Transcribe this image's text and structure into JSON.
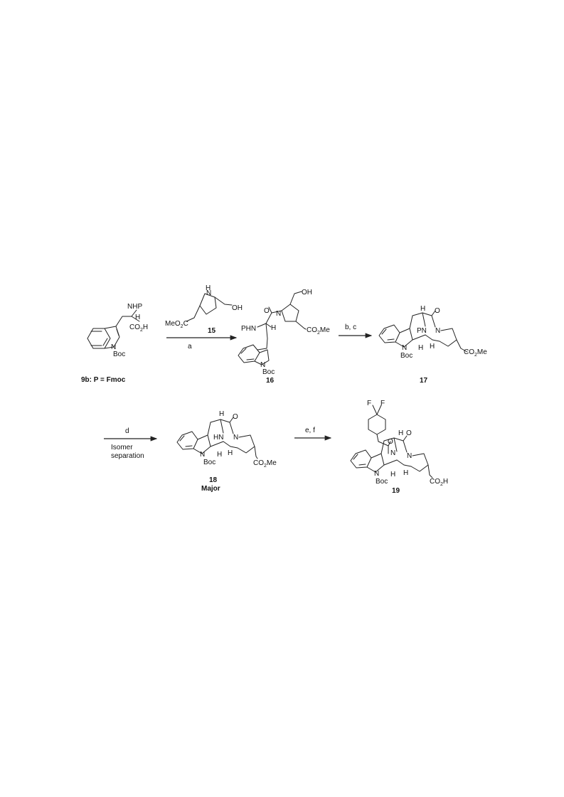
{
  "compounds": {
    "c9b": {
      "label": "9b: P = Fmoc",
      "groups": {
        "nhp": "NHP",
        "h": "H",
        "co2h": "CO",
        "co2h_sub": "2",
        "co2h_end": "H",
        "boc": "Boc",
        "n": "N"
      }
    },
    "c15": {
      "label": "15",
      "groups": {
        "nh_n": "N",
        "nh_h": "H",
        "oh": "OH",
        "meo2c_a": "MeO",
        "meo2c_sub": "2",
        "meo2c_b": "C"
      }
    },
    "c16": {
      "label": "16",
      "groups": {
        "oh": "OH",
        "o": "O",
        "n": "N",
        "phn": "PHN",
        "h": "H",
        "co2me_a": "CO",
        "co2me_sub": "2",
        "co2me_b": "Me",
        "n_ind": "N",
        "boc": "Boc"
      }
    },
    "c17": {
      "label": "17",
      "groups": {
        "h_top": "H",
        "o": "O",
        "pn": "PN",
        "n": "N",
        "n_ind": "N",
        "boc": "Boc",
        "h1": "H",
        "h2": "H",
        "co2me_a": "CO",
        "co2me_sub": "2",
        "co2me_b": "Me"
      }
    },
    "c18": {
      "label": "18",
      "sublabel": "Major",
      "groups": {
        "h_top": "H",
        "o": "O",
        "hn": "HN",
        "n": "N",
        "n_ind": "N",
        "boc": "Boc",
        "h1": "H",
        "h2": "H",
        "co2me_a": "CO",
        "co2me_sub": "2",
        "co2me_b": "Me"
      }
    },
    "c19": {
      "label": "19",
      "groups": {
        "f1": "F",
        "f2": "F",
        "o1": "O",
        "h_top": "H",
        "o2": "O",
        "n1": "N",
        "n2": "N",
        "n_ind": "N",
        "boc": "Boc",
        "h1": "H",
        "h2": "H",
        "co2h_a": "CO",
        "co2h_sub": "2",
        "co2h_b": "H"
      }
    }
  },
  "arrows": {
    "a": {
      "label": "a"
    },
    "bc": {
      "label": "b, c"
    },
    "d": {
      "label": "d",
      "below_1": "Isomer",
      "below_2": "separation"
    },
    "ef": {
      "label": "e, f"
    }
  }
}
